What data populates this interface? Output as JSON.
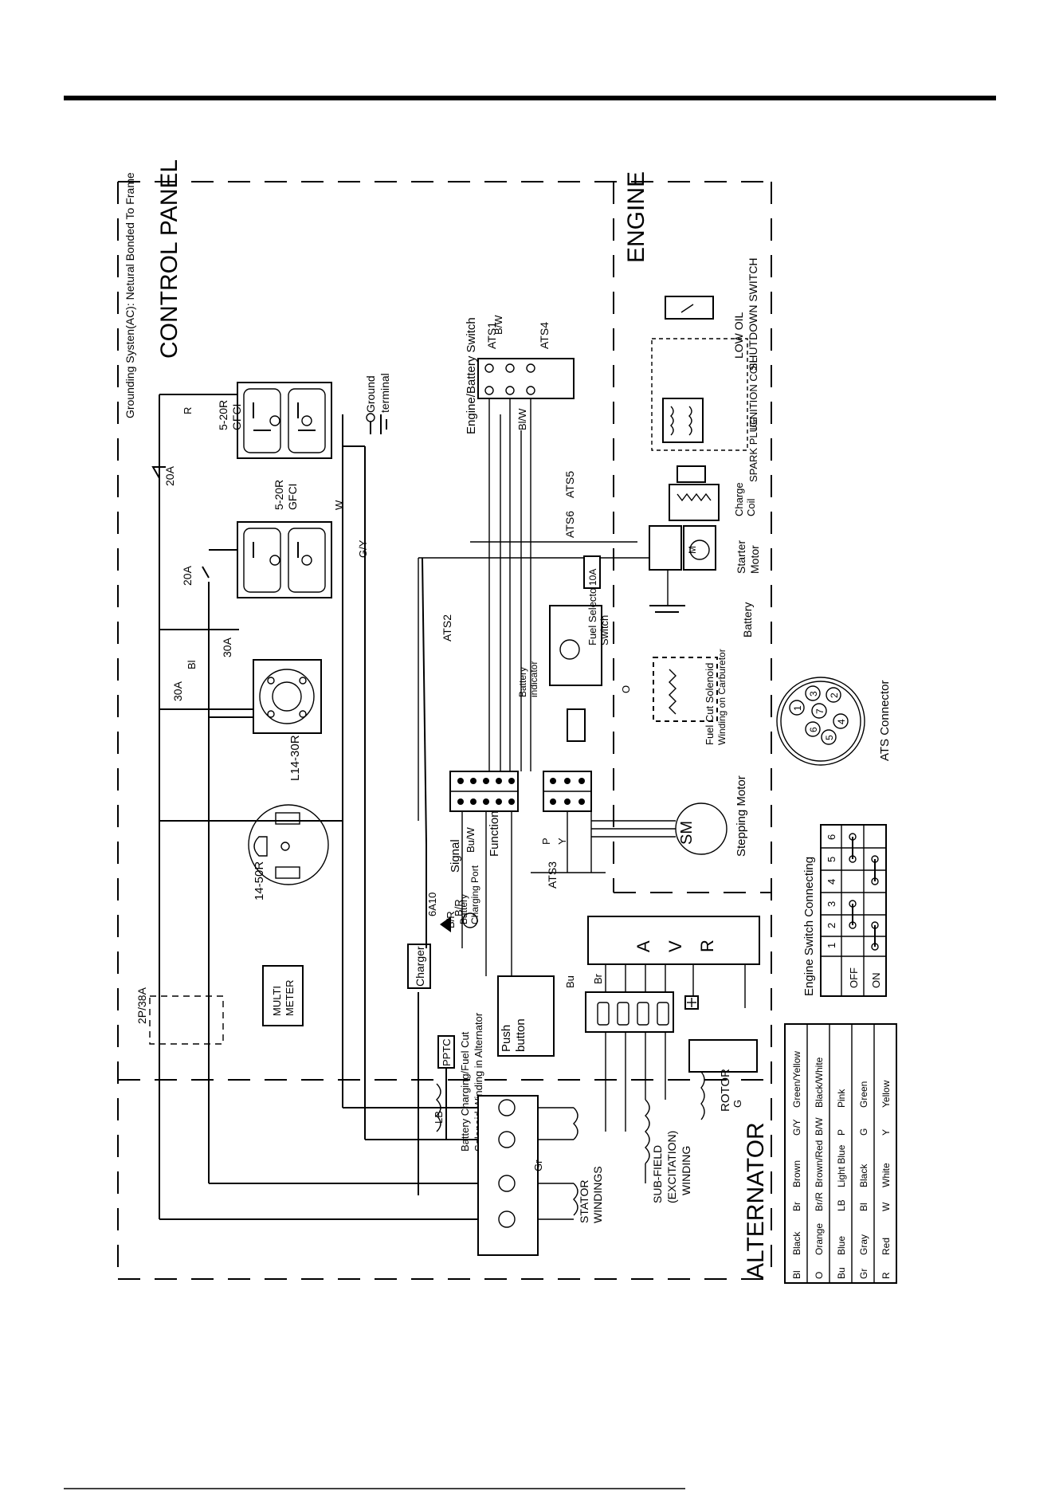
{
  "title": "CONTROL PANEL",
  "engine_title": "ENGINE",
  "alternator_title": "ALTERNATOR",
  "grounding_note": "Grounding Systen(AC): Netural Bonded To Frame",
  "ground_terminal": [
    "Ground",
    "terminal"
  ],
  "receptacles": {
    "r1": [
      "5-20R",
      "GFCI"
    ],
    "r2": [
      "5-20R",
      "GFCI"
    ],
    "l14": "L14-30R",
    "r1450": "14-50R"
  },
  "breakers": {
    "b20a_1": "20A",
    "b20a_2": "20A",
    "b30a_1": "30A",
    "b30a_2": "30A",
    "main": "2P/38A"
  },
  "multimeter": [
    "MULTI",
    "METER"
  ],
  "charger": "Charger",
  "pptc": "PPTC",
  "fuse_6a10": "6A10",
  "fuse_10a": "10A",
  "push_button": [
    "Push",
    "button"
  ],
  "battery_charging_port": [
    "Battery",
    "Charging Port"
  ],
  "signal": "Signal",
  "function": "Function",
  "battery_indicator": [
    "Battery",
    "indicator"
  ],
  "fuel_selector": [
    "Fuel Selector",
    "Switch"
  ],
  "fuel_cut_solenoid": [
    "Fuel Cut Solenoid",
    "Winding on Carburetor"
  ],
  "charging_solenoid": [
    "Battery Charging/Fuel Cut",
    "Solenoid Winding in Alternator"
  ],
  "avr": [
    "A",
    "V",
    "R"
  ],
  "stepping_motor": "Stepping Motor",
  "sm": "SM",
  "engine_battery_switch": "Engine/Battery Switch",
  "ats": {
    "ats1": "ATS1",
    "ats2": "ATS2",
    "ats3": "ATS3",
    "ats4": "ATS4",
    "ats5": "ATS5",
    "ats6": "ATS6"
  },
  "ats_connector": "ATS Connector",
  "ats_pins": [
    "1",
    "2",
    "3",
    "4",
    "5",
    "6",
    "7"
  ],
  "engine_parts": {
    "low_oil": [
      "LOW OIL",
      "SHUTDOWN SWITCH"
    ],
    "ignition_coil": "IGNITION COIL",
    "spark_plug": "SPARK PLUG",
    "charge_coil": [
      "Charge",
      "Coil"
    ],
    "starter_motor": [
      "Starter",
      "Motor"
    ],
    "battery": "Battery",
    "m": "M"
  },
  "alternator_parts": {
    "stator": [
      "STATOR",
      "WINDINGS"
    ],
    "subfield": [
      "SUB-FIELD",
      "(EXCITATION)",
      "WINDING"
    ],
    "rotor": "ROTOR"
  },
  "wire_labels": [
    "R",
    "Bl",
    "W",
    "G/Y",
    "B/W",
    "Bl/W",
    "Bu",
    "Br",
    "LB",
    "O",
    "B/R",
    "Gr",
    "P",
    "Y",
    "Bu/W",
    "B/R",
    "G"
  ],
  "switch_table": {
    "title": "Engine Switch Connecting",
    "header": [
      "",
      "1",
      "2",
      "3",
      "4",
      "5",
      "6"
    ],
    "rows": [
      "OFF",
      "ON"
    ]
  },
  "color_legend": [
    [
      "Bl",
      "Black",
      "Br",
      "Brown",
      "G/Y",
      "Green/Yellow"
    ],
    [
      "O",
      "Orange",
      "Br/R",
      "Brown/Red",
      "B/W",
      "Black/White"
    ],
    [
      "Bu",
      "Blue",
      "LB",
      "Light Blue",
      "P",
      "Pink"
    ],
    [
      "Gr",
      "Gray",
      "Bl",
      "Black",
      "G",
      "Green"
    ],
    [
      "R",
      "Red",
      "W",
      "White",
      "Y",
      "Yellow"
    ]
  ]
}
